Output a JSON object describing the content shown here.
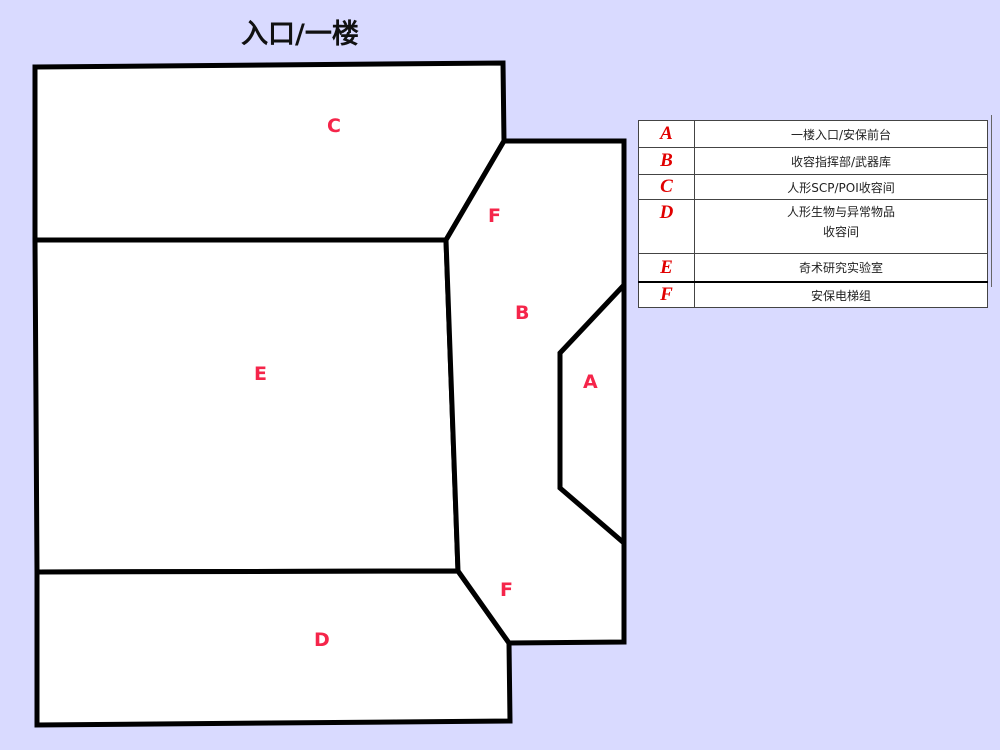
{
  "header": {
    "title": "入口/一楼"
  },
  "map": {
    "rooms": [
      {
        "id": "C",
        "label": "C"
      },
      {
        "id": "F_top",
        "label": "F"
      },
      {
        "id": "E",
        "label": "E"
      },
      {
        "id": "B",
        "label": "B"
      },
      {
        "id": "A",
        "label": "A"
      },
      {
        "id": "F_bottom",
        "label": "F"
      },
      {
        "id": "D",
        "label": "D"
      }
    ],
    "colors": {
      "wall": "#000000",
      "room_fill": "#ffffff",
      "label": "#f5254a",
      "background": "#d9daff"
    }
  },
  "legend": {
    "rows": [
      {
        "key": "A",
        "desc": "一楼入口/安保前台"
      },
      {
        "key": "B",
        "desc": "收容指挥部/武器库"
      },
      {
        "key": "C",
        "desc": "人形SCP/POI收容间"
      },
      {
        "key": "D",
        "desc_line1": "人形生物与异常物品",
        "desc_line2": "收容间"
      },
      {
        "key": "E",
        "desc": "奇术研究实验室"
      },
      {
        "key": "F",
        "desc": "安保电梯组"
      }
    ]
  }
}
